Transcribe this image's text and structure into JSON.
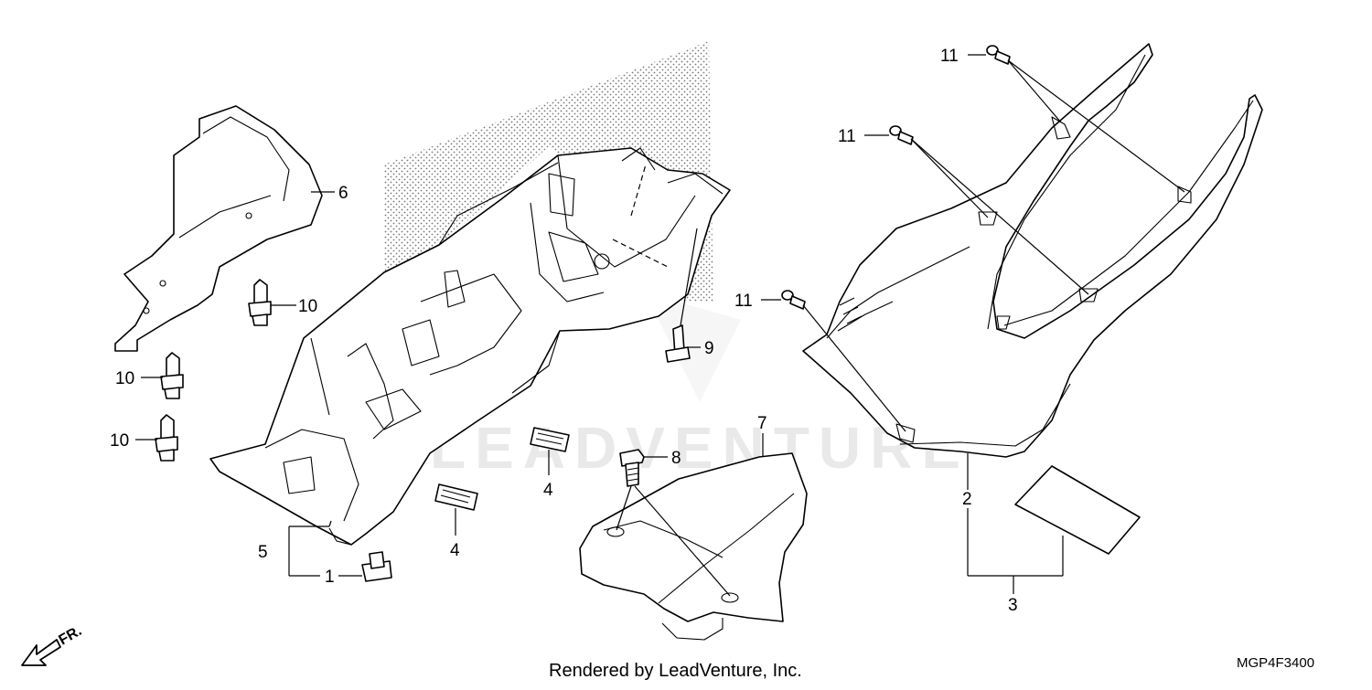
{
  "diagram": {
    "watermark": "LEADVENTURE",
    "footer_text": "Rendered by LeadVenture, Inc.",
    "diagram_code": "MGP4F3400",
    "direction_label": "FR.",
    "callouts": {
      "c1": "1",
      "c2": "2",
      "c3": "3",
      "c4a": "4",
      "c4b": "4",
      "c5": "5",
      "c6": "6",
      "c7": "7",
      "c8": "8",
      "c9": "9",
      "c10a": "10",
      "c10b": "10",
      "c10c": "10",
      "c11a": "11",
      "c11b": "11",
      "c11c": "11"
    }
  }
}
